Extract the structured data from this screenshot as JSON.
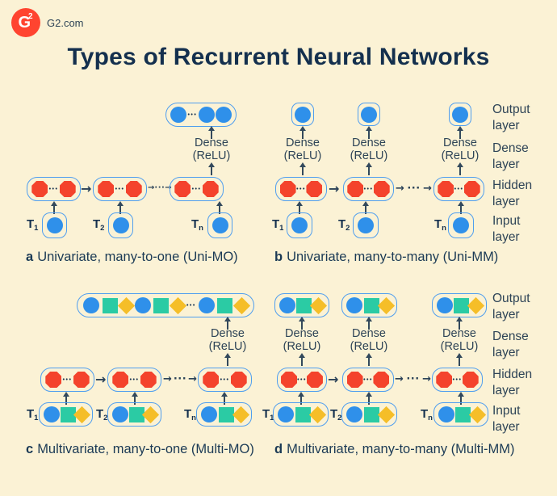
{
  "colors": {
    "background": "#FBF2D5",
    "navy": "#14304E",
    "slate_text": "#2E4457",
    "arrow": "#33495C",
    "box_border": "#4F9EEF",
    "blue": "#2F90EA",
    "red": "#F4432C",
    "teal": "#2BCBA4",
    "yellow": "#F5BE28",
    "logo_red": "#FF4430"
  },
  "header": {
    "logo_g": "G",
    "logo_2": "2",
    "site": "G2.com"
  },
  "title": "Types of Recurrent Neural Networks",
  "dense": {
    "line1": "Dense",
    "line2": "(ReLU)"
  },
  "layer_labels": [
    {
      "line1": "Output",
      "line2": "layer"
    },
    {
      "line1": "Dense",
      "line2": "layer"
    },
    {
      "line1": "Hidden",
      "line2": "layer"
    },
    {
      "line1": "Input",
      "line2": "layer"
    }
  ],
  "time_steps": [
    {
      "base": "T",
      "sub": "1"
    },
    {
      "base": "T",
      "sub": "2"
    },
    {
      "base": "T",
      "sub": "n"
    }
  ],
  "panels": [
    {
      "letter": "a",
      "text": "Univariate, many-to-one (Uni-MO)"
    },
    {
      "letter": "b",
      "text": "Univariate, many-to-many (Uni-MM)"
    },
    {
      "letter": "c",
      "text": "Multivariate, many-to-one (Multi-MO)"
    },
    {
      "letter": "d",
      "text": "Multivariate, many-to-many (Multi-MM)"
    }
  ],
  "glyphs": {
    "dots": "•••",
    "chain_dots": "···",
    "arrow_right": "→"
  },
  "diagram": {
    "hidden_box": [
      "octagon",
      "dots",
      "octagon"
    ],
    "uni_input_box": [
      "circle"
    ],
    "multi_input_box": [
      "circle",
      "square",
      "diamond"
    ],
    "uni_mo_output_box": [
      "circle",
      "dots",
      "circle",
      "circle"
    ],
    "uni_mm_output_box": [
      "circle"
    ],
    "multi_mo_output_box": [
      "circle",
      "square",
      "diamond",
      "circle",
      "square",
      "diamond",
      "dots",
      "circle",
      "square",
      "diamond"
    ],
    "multi_mm_output_box": [
      "circle",
      "square",
      "diamond"
    ]
  }
}
